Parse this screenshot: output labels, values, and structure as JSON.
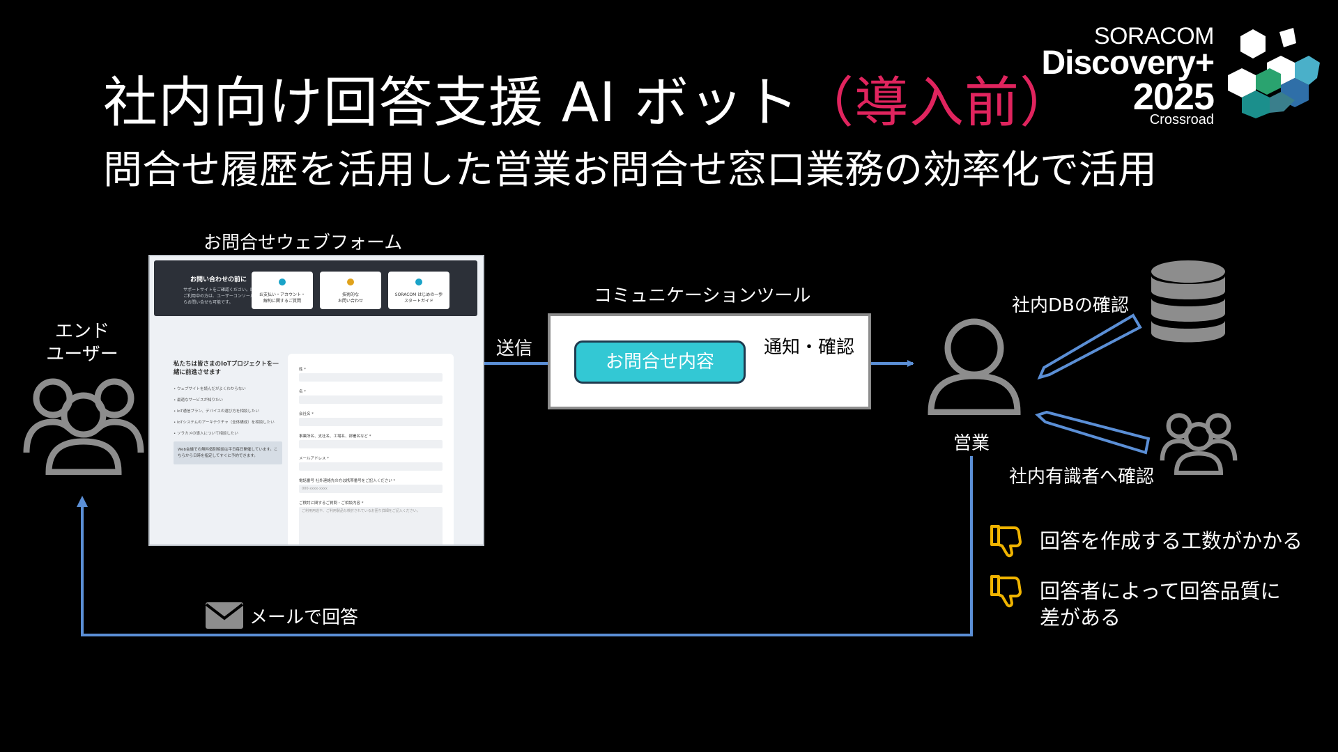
{
  "slide": {
    "title_prefix": "社内向け回答支援 AI ボット",
    "title_accent": "（導入前）",
    "subtitle": "問合せ履歴を活用した営業お問合せ窓口業務の効率化で活用",
    "accent_color": "#e0245e",
    "arrow_color": "#5b8fd6"
  },
  "logo": {
    "line1": "SORACOM",
    "line2": "Discovery+",
    "line3": "2025",
    "line4": "Crossroad"
  },
  "diagram": {
    "end_user_label_1": "エンド",
    "end_user_label_2": "ユーザー",
    "web_form_label": "お問合せウェブフォーム",
    "send_label": "送信",
    "comm_tool_label": "コミュニケーションツール",
    "inquiry_content": "お問合せ内容",
    "notify_label": "通知・確認",
    "sales_label": "営業",
    "db_check_label": "社内DBの確認",
    "expert_check_label": "社内有識者へ確認",
    "mail_reply_label": "メールで回答"
  },
  "web_form": {
    "header_title": "お問い合わせの前に",
    "header_desc": "サポートサイトをご確認ください。既にご利用中の方は、ユーザーコンソールからお問い合せも可能です。",
    "cards": [
      {
        "label": "お支払い・アカウント・\n解約に関するご質問"
      },
      {
        "label": "技術的な\nお問い合わせ"
      },
      {
        "label": "SORACOM はじめの一歩\nスタートガイド"
      }
    ],
    "intro_heading": "私たちは皆さまのIoTプロジェクトを一緒に前進させます",
    "bullets": [
      "ウェブサイトを読んだがよくわからない",
      "最適なサービスが知りたい",
      "IoT通信プラン、デバイスの選び方を相談したい",
      "IoTシステムのアーキテクチャ（全体構成）を相談したい",
      "ソラカメの導入について相談したい"
    ],
    "notice": "Web会議での無料個別相談は平日毎日開催しています。こちらから日時を指定してすぐに予約できます。",
    "fields": [
      {
        "label": "姓 *",
        "placeholder": ""
      },
      {
        "label": "名 *",
        "placeholder": ""
      },
      {
        "label": "会社名 *",
        "placeholder": ""
      },
      {
        "label": "事業所名、支社名、工場名、部署名など *",
        "placeholder": ""
      },
      {
        "label": "メールアドレス *",
        "placeholder": ""
      },
      {
        "label": "電話番号 社外連絡先の方は携帯番号をご記入ください *",
        "placeholder": "000-xxxx-xxxx"
      },
      {
        "label": "ご検討に関するご質問・ご相談内容 *",
        "placeholder": "ご利用用途や、ご利用製品な検討されているお困り詳細をご記入ください。"
      }
    ]
  },
  "concerns": [
    {
      "icon": "thumbs-down-icon",
      "line1": "回答を作成する工数がかかる",
      "line2": ""
    },
    {
      "icon": "thumbs-down-icon",
      "line1": "回答者によって回答品質に",
      "line2": "差がある"
    }
  ]
}
